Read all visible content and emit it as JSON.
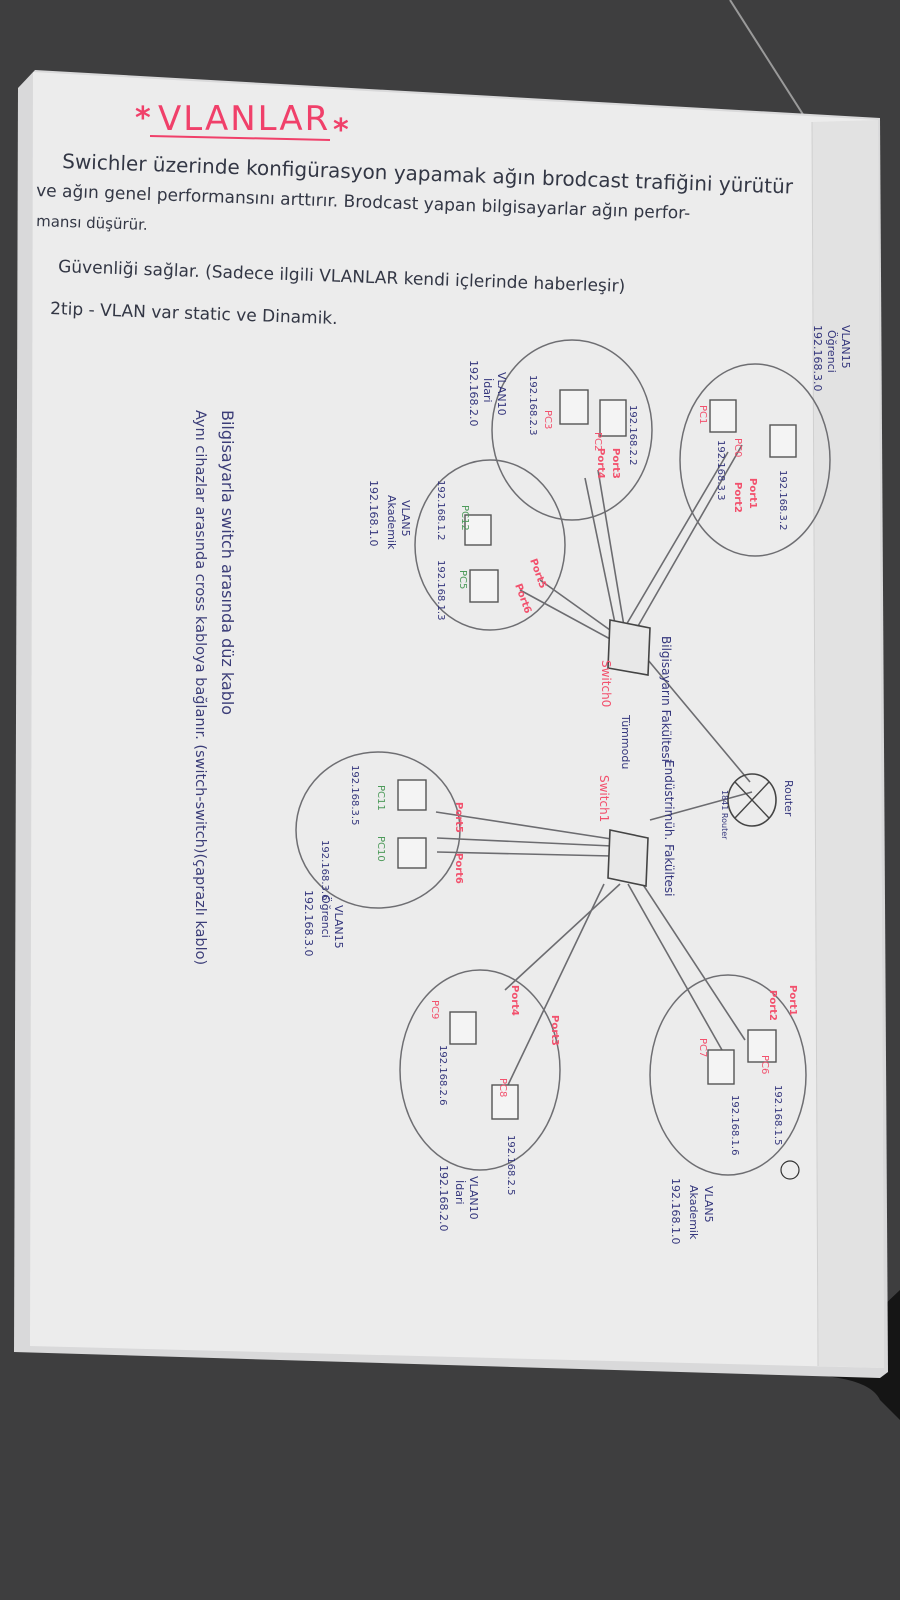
{
  "title": "VLANLAR",
  "notes": {
    "line1": "Swichler üzerinde konfigürasyon yapamak ağın brodcast trafiğini yürütür",
    "line2": "ve ağın genel performansını arttırır. Brodcast yapan bilgisayarlar ağın perfor-",
    "line3": "mansı düşürür.",
    "line4": "Güvenliği sağlar. (Sadece ilgili VLANLAR kendi içlerinde haberleşir)",
    "line5": "2tip - VLAN var   static ve Dinamik."
  },
  "left_building": {
    "vlan15": {
      "name": "VLAN15",
      "dept": "Öğrenci",
      "net": "192.168.3.0",
      "pc0_label": "PC0",
      "pc0_ip": "192.168.3.2",
      "pc0_port": "Port1",
      "pc1_label": "PC1",
      "pc1_ip": "192.168.3.3",
      "pc1_port": "Port2"
    },
    "vlan10": {
      "name": "VLAN10",
      "dept": "İdari",
      "net": "192.168.2.0",
      "pc2_label": "PC2",
      "pc2_ip": "192.168.2.2",
      "pc2_port": "Port3",
      "pc3_label": "PC3",
      "pc3_ip": "192.168.2.3",
      "pc3_port": "Port4"
    },
    "vlan5": {
      "name": "VLAN5",
      "dept": "Akademik",
      "net": "192.168.1.0",
      "pc12_label": "PC12",
      "pc12_ip": "192.168.1.2",
      "pc12_port": "Port5",
      "pc5_label": "PC5",
      "pc5_ip": "192.168.1.3",
      "pc5_port": "Port6"
    },
    "building": "Bilgisayarın Fakültesi",
    "switch": "Switch0"
  },
  "router": {
    "label": "Router",
    "model": "1841 Router"
  },
  "right_building": {
    "building": "Endüstrimüh. Fakültesi",
    "hint": "Tümmodu",
    "switch": "Switch1",
    "vlan15": {
      "name": "VLAN15",
      "dept": "Öğrenci",
      "net": "192.168.3.0",
      "pc11_label": "PC11",
      "pc11_ip": "192.168.3.5",
      "pc11_port": "Port5",
      "pc10_label": "PC10",
      "pc10_ip": "192.168.3.6",
      "pc10_port": "Port6"
    },
    "vlan10": {
      "name": "VLAN10",
      "dept": "İdari",
      "net": "192.168.2.0",
      "pc8_label": "PC8",
      "pc8_ip": "192.168.2.5",
      "pc8_port": "Port3",
      "pc9_label": "PC9",
      "pc9_ip": "192.168.2.6",
      "pc9_port": "Port4"
    },
    "vlan5": {
      "name": "VLAN5",
      "dept": "Akademik",
      "net": "192.168.1.0",
      "pc6_label": "PC6",
      "pc6_ip": "192.168.1.5",
      "pc6_port": "Port1",
      "pc7_label": "PC7",
      "pc7_ip": "192.168.1.6",
      "pc7_port": "Port2"
    }
  },
  "footnotes": {
    "note1": "Bilgisayarla switch arasında düz kablo",
    "note2": "Aynı cihazlar arasında cross kabloya bağlanır. (switch-switch)(çaprazlı kablo)"
  },
  "colors": {
    "background": "#3e3e3f",
    "paper": "#ececec",
    "ink_pencil": "#55565a",
    "ink_title": "#f0406a",
    "ink_port": "#f2516d",
    "ink_blue": "#34367c",
    "ink_green": "#4d9a5a"
  }
}
